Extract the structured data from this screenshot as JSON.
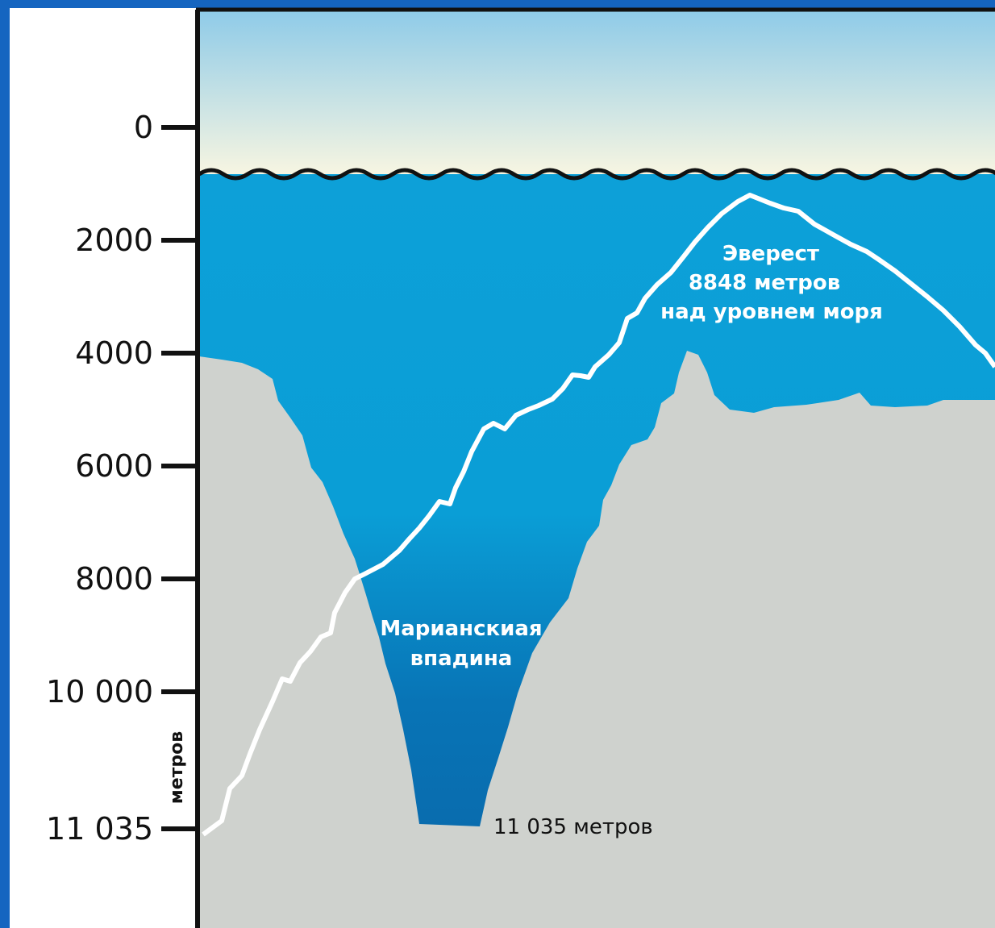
{
  "axis": {
    "unit": "метров",
    "ticks": [
      "0",
      "2000",
      "4000",
      "6000",
      "8000",
      "10 000",
      "11 035"
    ]
  },
  "annotations": {
    "everest": [
      "Эверест",
      "8848 метров",
      "над уровнем моря"
    ],
    "trench": [
      "Марианскиая",
      "впадина"
    ],
    "depth": "11 035 метров"
  },
  "colors": {
    "background": "#1565c0",
    "sky_top": "#8fcbe8",
    "sky_bottom": "#fbf7e1",
    "ocean": "#0da0d8",
    "ocean_deep": "#0a66a8",
    "seabed": "#cfd2ce",
    "everest_outline": "#ffffff"
  }
}
